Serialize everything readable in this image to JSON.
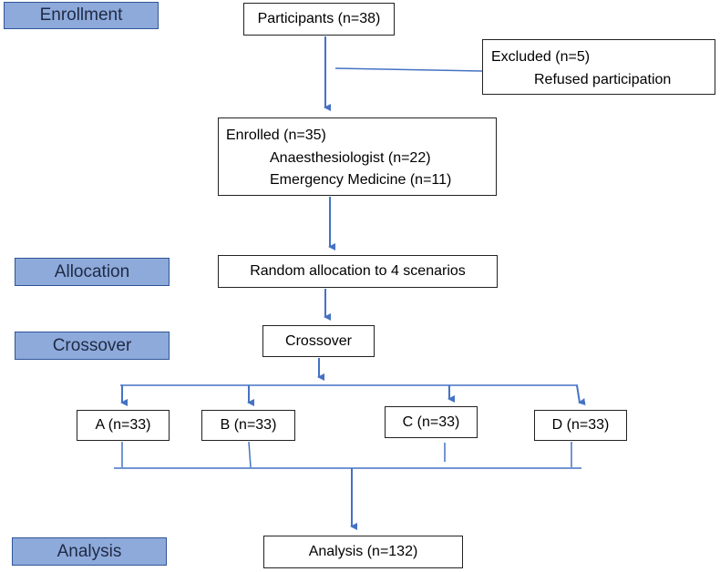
{
  "stages": {
    "enrollment": "Enrollment",
    "allocation": "Allocation",
    "crossover": "Crossover",
    "analysis": "Analysis"
  },
  "boxes": {
    "participants": "Participants (n=38)",
    "excluded": {
      "title": "Excluded (n=5)",
      "reason": "Refused participation"
    },
    "enrolled": {
      "title": "Enrolled (n=35)",
      "anaesthesiologist": "Anaesthesiologist (n=22)",
      "emergency_medicine": "Emergency Medicine (n=11)"
    },
    "random_allocation": "Random allocation to 4 scenarios",
    "crossover": "Crossover",
    "scenario_a": "A (n=33)",
    "scenario_b": "B (n=33)",
    "scenario_c": "C (n=33)",
    "scenario_d": "D (n=33)",
    "analysis": "Analysis (n=132)"
  },
  "colors": {
    "stage_fill": "#8eaadb",
    "stage_border": "#2f5597",
    "connector": "#4472c4",
    "box_border": "#222222"
  }
}
